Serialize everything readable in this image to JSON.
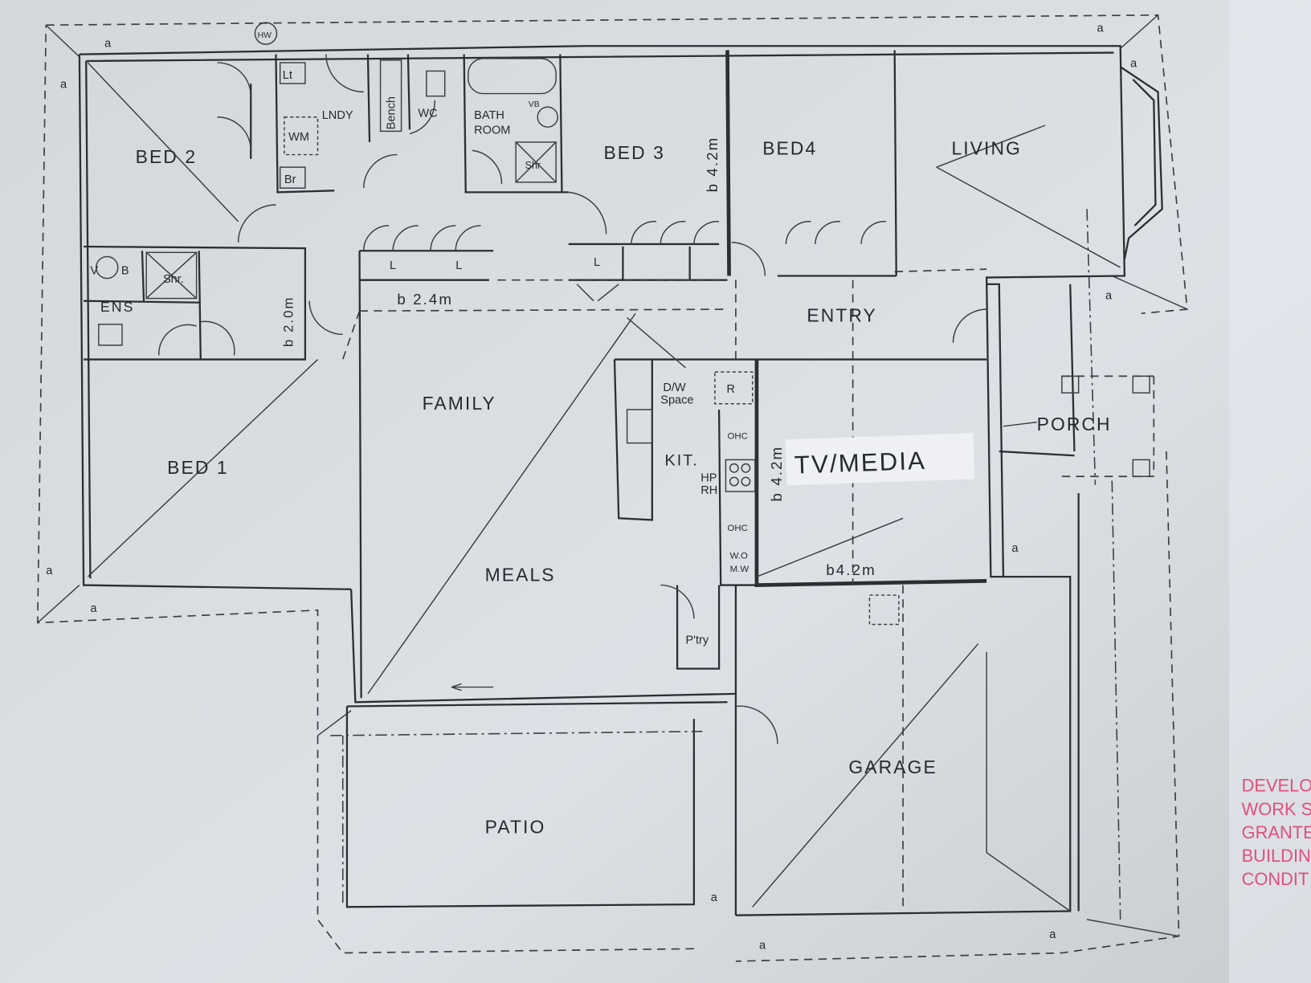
{
  "rooms": {
    "bed2": "BED 2",
    "lndy": "LNDY",
    "bench": "Bench",
    "wc": "WC",
    "bathroom_1": "BATH",
    "bathroom_2": "ROOM",
    "vb": "VB",
    "shr_bath": "Shr",
    "bed3": "BED 3",
    "bed4": "BED4",
    "living": "LIVING",
    "lt": "Lt",
    "wm": "WM",
    "br": "Br",
    "ens_v": "V",
    "ens_b": "B",
    "ens_shr": "Shr.",
    "ens": "ENS",
    "linen_1": "L",
    "linen_2": "L",
    "linen_3": "L",
    "entry": "ENTRY",
    "family": "FAMILY",
    "dw_1": "D/W",
    "dw_2": "Space",
    "fridge": "R",
    "ohc_1": "OHC",
    "kit": "KIT.",
    "hp": "HP",
    "rh": "RH",
    "ohc_2": "OHC",
    "wo": "W.O",
    "mw": "M.W",
    "tv_media": "TV/MEDIA",
    "porch": "PORCH",
    "bed1": "BED 1",
    "meals": "MEALS",
    "pantry": "P'try",
    "patio": "PATIO",
    "garage": "GARAGE",
    "hw": "HW"
  },
  "dimensions": {
    "bed3_wall": "b 4.2m",
    "robe_wall": "b 2.4m",
    "ens_robe": "b 2.0m",
    "tv_side": "b 4.2m",
    "tv_bottom": "b4.2m"
  },
  "marker": "a",
  "stamp_lines": [
    "DEVELO",
    "WORK S",
    "GRANTE",
    "BUILDIN",
    "CONDIT"
  ],
  "colors": {
    "paper": "#d9dde2",
    "ink": "#2b2e33",
    "stamp": "#e0507a"
  }
}
